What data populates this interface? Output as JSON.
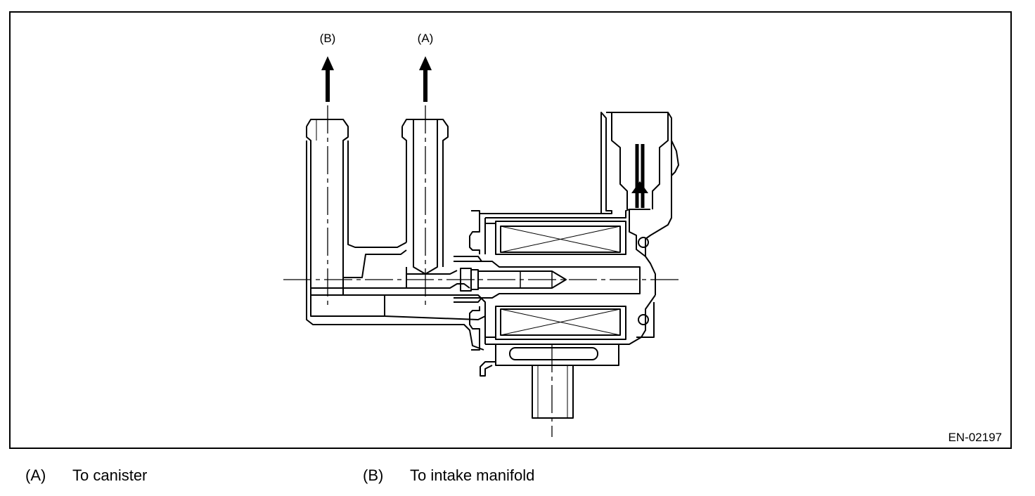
{
  "figure": {
    "code": "EN-02197",
    "callouts": {
      "a": "(A)",
      "b": "(B)"
    }
  },
  "legend": [
    {
      "key": "(A)",
      "text": "To canister"
    },
    {
      "key": "(B)",
      "text": "To intake manifold"
    }
  ]
}
